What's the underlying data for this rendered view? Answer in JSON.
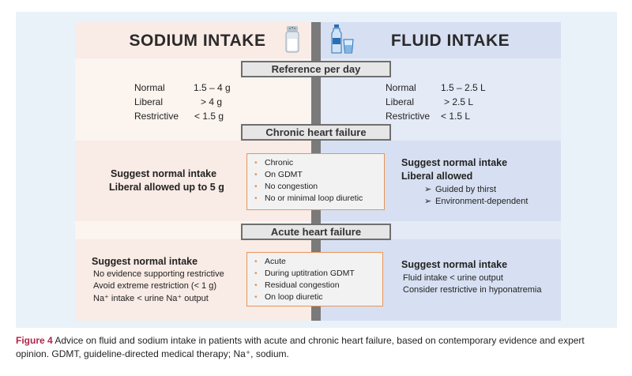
{
  "headers": {
    "sodium": "SODIUM INTAKE",
    "fluid": "FLUID INTAKE"
  },
  "sections": {
    "reference": "Reference per day",
    "chronic": "Chronic heart failure",
    "acute": "Acute heart failure"
  },
  "reference": {
    "sodium": [
      {
        "label": "Normal",
        "value": "1.5 – 4 g"
      },
      {
        "label": "Liberal",
        "value": "> 4 g"
      },
      {
        "label": "Restrictive",
        "value": "< 1.5 g"
      }
    ],
    "fluid": [
      {
        "label": "Normal",
        "value": "1.5 – 2.5 L"
      },
      {
        "label": "Liberal",
        "value": "> 2.5 L"
      },
      {
        "label": "Restrictive",
        "value": "< 1.5 L"
      }
    ]
  },
  "chronic": {
    "sodium_lines": [
      "Suggest normal intake",
      "Liberal allowed up to 5 g"
    ],
    "criteria": [
      "Chronic",
      "On GDMT",
      "No congestion",
      "No or minimal loop diuretic"
    ],
    "fluid_lines": [
      "Suggest normal intake",
      "Liberal allowed"
    ],
    "fluid_sub": [
      "Guided by thirst",
      "Environment-dependent"
    ]
  },
  "acute": {
    "sodium_title": "Suggest normal intake",
    "sodium_lines": [
      "No evidence supporting restrictive",
      "Avoid extreme restriction (< 1 g)",
      "Na⁺ intake < urine Na⁺ output"
    ],
    "criteria": [
      "Acute",
      "During uptitration GDMT",
      "Residual congestion",
      "On loop diuretic"
    ],
    "fluid_title": "Suggest normal intake",
    "fluid_lines": [
      "Fluid intake < urine output",
      "Consider restrictive in hyponatremia"
    ]
  },
  "caption": {
    "label": "Figure 4",
    "text": "Advice on fluid and sodium intake in patients with acute and chronic heart failure, based on contemporary evidence and expert opinion. GDMT, guideline-directed medical therapy; Na⁺, sodium."
  },
  "colors": {
    "orange_accent": "#e8955a",
    "caption_label": "#b0244a",
    "divider": "#7a7a7a"
  }
}
